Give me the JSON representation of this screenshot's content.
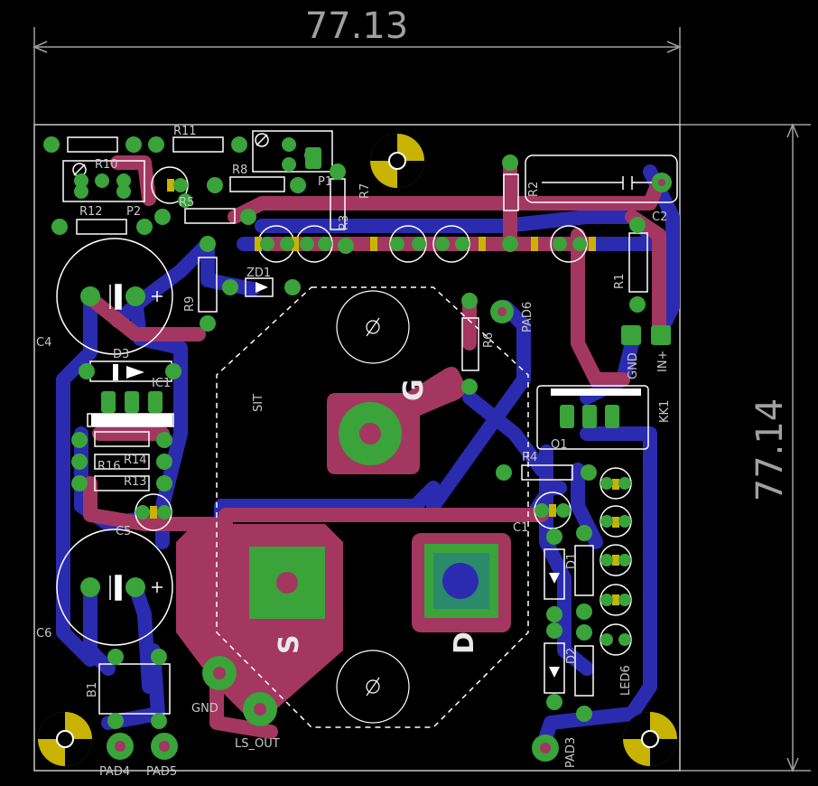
{
  "dimensions": {
    "width": "77.13",
    "height": "77.14"
  },
  "terminals": {
    "gate": "G",
    "source": "S",
    "drain": "D"
  },
  "transistor": {
    "name": "SIT"
  },
  "labels": {
    "r11": "R11",
    "r10": "R10",
    "r8": "R8",
    "p1": "P1",
    "r7": "R7",
    "r3": "R3",
    "r12": "R12",
    "p2": "P2",
    "r5": "R5",
    "r2": "R2",
    "c2": "C2",
    "r1": "R1",
    "zd1": "ZD1",
    "r9": "R9",
    "r6": "R6",
    "pad6": "PAD6",
    "c4": "C4",
    "d3": "D3",
    "ic1": "IC1",
    "gnd_top": "GND",
    "in_plus": "IN+",
    "kk1": "KK1",
    "q1": "Q1",
    "r4": "R4",
    "r16": "R16",
    "r14": "R14",
    "r13": "R13",
    "c5": "C5",
    "c1": "C1",
    "c6": "C6",
    "d1": "D1",
    "d2": "D2",
    "led6": "LED6",
    "b1": "B1",
    "gnd_bottom": "GND",
    "ls_out": "LS_OUT",
    "pad3": "PAD3",
    "pad4": "PAD4",
    "pad5": "PAD5"
  },
  "colors": {
    "background": "#000000",
    "top_copper": "#a33760",
    "bottom_copper": "#2b2bb0",
    "pad": "#3aa33a",
    "silkscreen": "#ffffff",
    "outline": "#c8c8c8",
    "dimension": "#a0a0a0",
    "led_body": "#c8b400",
    "mount_hole": "#c8b400"
  }
}
